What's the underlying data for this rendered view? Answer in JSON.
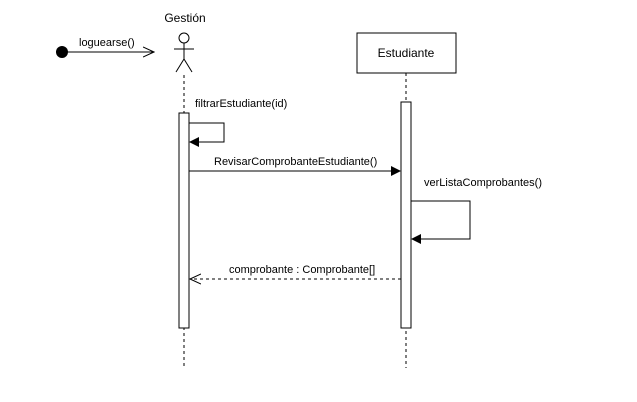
{
  "diagram": {
    "type": "uml-sequence",
    "participants": [
      {
        "id": "gestion",
        "label": "Gestión",
        "kind": "actor"
      },
      {
        "id": "estudiante",
        "label": "Estudiante",
        "kind": "object"
      }
    ],
    "messages": [
      {
        "label": "loguearse()",
        "from": "initial",
        "to": "gestion",
        "style": "open-arrow"
      },
      {
        "label": "filtrarEstudiante(id)",
        "from": "gestion",
        "to": "gestion",
        "style": "self-call"
      },
      {
        "label": "RevisarComprobanteEstudiante()",
        "from": "gestion",
        "to": "estudiante",
        "style": "sync-call"
      },
      {
        "label": "verListaComprobantes()",
        "from": "estudiante",
        "to": "estudiante",
        "style": "self-call"
      },
      {
        "label": "comprobante : Comprobante[]",
        "from": "estudiante",
        "to": "gestion",
        "style": "dashed-return"
      }
    ]
  },
  "colors": {
    "line": "#000000",
    "box_fill": "#ffffff",
    "background": "#ffffff"
  }
}
